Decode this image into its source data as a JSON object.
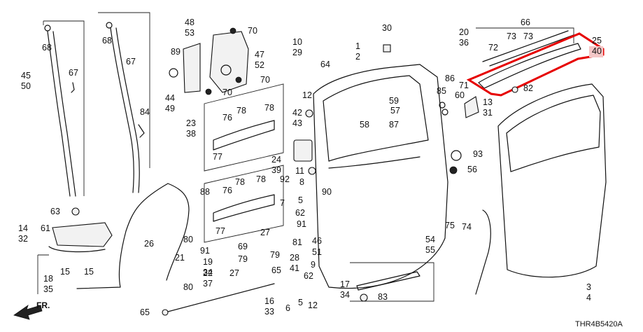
{
  "diagram_code": "THR4B5420A",
  "front_indicator": "FR.",
  "highlight_color": "#e60000",
  "highlight_label_bg": "#f4c6c6",
  "callouts": [
    {
      "id": "c68a",
      "text": "68"
    },
    {
      "id": "c4550",
      "text": "45\n50"
    },
    {
      "id": "c67a",
      "text": "67"
    },
    {
      "id": "c63",
      "text": "63"
    },
    {
      "id": "c68b",
      "text": "68"
    },
    {
      "id": "c67b",
      "text": "67"
    },
    {
      "id": "c84",
      "text": "84"
    },
    {
      "id": "c4449",
      "text": "44\n49"
    },
    {
      "id": "c4853",
      "text": "48\n53"
    },
    {
      "id": "c89",
      "text": "89"
    },
    {
      "id": "c70a",
      "text": "70"
    },
    {
      "id": "c4752",
      "text": "47\n52"
    },
    {
      "id": "c70b",
      "text": "70"
    },
    {
      "id": "c70c",
      "text": "70"
    },
    {
      "id": "c1029",
      "text": "10\n29"
    },
    {
      "id": "c64",
      "text": "64"
    },
    {
      "id": "c30",
      "text": "30"
    },
    {
      "id": "c12",
      "text": "12"
    },
    {
      "id": "c12a",
      "text": "1\n2"
    },
    {
      "id": "c59",
      "text": "59"
    },
    {
      "id": "c57",
      "text": "57"
    },
    {
      "id": "c58",
      "text": "58"
    },
    {
      "id": "c87",
      "text": "87"
    },
    {
      "id": "c42",
      "text": "42"
    },
    {
      "id": "c43",
      "text": "43"
    },
    {
      "id": "c76a",
      "text": "76"
    },
    {
      "id": "c78a",
      "text": "78"
    },
    {
      "id": "c78b",
      "text": "78"
    },
    {
      "id": "c2338",
      "text": "23\n38"
    },
    {
      "id": "c77a",
      "text": "77"
    },
    {
      "id": "c2439",
      "text": "24\n39"
    },
    {
      "id": "c92",
      "text": "92"
    },
    {
      "id": "c11",
      "text": "11"
    },
    {
      "id": "c8",
      "text": "8"
    },
    {
      "id": "c90",
      "text": "90"
    },
    {
      "id": "c76b",
      "text": "76"
    },
    {
      "id": "c78c",
      "text": "78"
    },
    {
      "id": "c78d",
      "text": "78"
    },
    {
      "id": "c88",
      "text": "88"
    },
    {
      "id": "c7",
      "text": "7"
    },
    {
      "id": "c62a",
      "text": "62"
    },
    {
      "id": "c5",
      "text": "5"
    },
    {
      "id": "c91a",
      "text": "91"
    },
    {
      "id": "c1432",
      "text": "14\n32"
    },
    {
      "id": "c61",
      "text": "61"
    },
    {
      "id": "c26",
      "text": "26"
    },
    {
      "id": "c77b",
      "text": "77"
    },
    {
      "id": "c27a",
      "text": "27"
    },
    {
      "id": "c69",
      "text": "69"
    },
    {
      "id": "c81",
      "text": "81"
    },
    {
      "id": "c46",
      "text": "46"
    },
    {
      "id": "c51",
      "text": "51"
    },
    {
      "id": "c80a",
      "text": "80"
    },
    {
      "id": "c21",
      "text": "21"
    },
    {
      "id": "c91b",
      "text": "91"
    },
    {
      "id": "c1934",
      "text": "19\n34"
    },
    {
      "id": "c79a",
      "text": "79"
    },
    {
      "id": "c79b",
      "text": "79"
    },
    {
      "id": "c2841",
      "text": "28\n41"
    },
    {
      "id": "c9",
      "text": "9"
    },
    {
      "id": "c15a",
      "text": "15"
    },
    {
      "id": "c15b",
      "text": "15"
    },
    {
      "id": "c1835",
      "text": "18\n35"
    },
    {
      "id": "c80b",
      "text": "80"
    },
    {
      "id": "c2237",
      "text": "22\n37"
    },
    {
      "id": "c27b",
      "text": "27"
    },
    {
      "id": "c65a",
      "text": "65"
    },
    {
      "id": "c62b",
      "text": "62"
    },
    {
      "id": "c3",
      "text": "3"
    },
    {
      "id": "c1734",
      "text": "17\n34"
    },
    {
      "id": "c83",
      "text": "83"
    },
    {
      "id": "c12b",
      "text": "12"
    },
    {
      "id": "c5b",
      "text": "5"
    },
    {
      "id": "c6",
      "text": "6"
    },
    {
      "id": "c1633",
      "text": "16\n33"
    },
    {
      "id": "c65b",
      "text": "65"
    },
    {
      "id": "c5455",
      "text": "54\n55"
    },
    {
      "id": "c75",
      "text": "75"
    },
    {
      "id": "c74",
      "text": "74"
    },
    {
      "id": "c34",
      "text": "3\n4"
    },
    {
      "id": "c66",
      "text": "66"
    },
    {
      "id": "c2036",
      "text": "20\n36"
    },
    {
      "id": "c72",
      "text": "72"
    },
    {
      "id": "c73a",
      "text": "73"
    },
    {
      "id": "c73b",
      "text": "73"
    },
    {
      "id": "c2540",
      "text": "25\n40"
    },
    {
      "id": "c86",
      "text": "86"
    },
    {
      "id": "c71",
      "text": "71"
    },
    {
      "id": "c85",
      "text": "85"
    },
    {
      "id": "c60",
      "text": "60"
    },
    {
      "id": "c1331",
      "text": "13\n31"
    },
    {
      "id": "c82",
      "text": "82"
    },
    {
      "id": "c93",
      "text": "93"
    },
    {
      "id": "c56",
      "text": "56"
    }
  ]
}
